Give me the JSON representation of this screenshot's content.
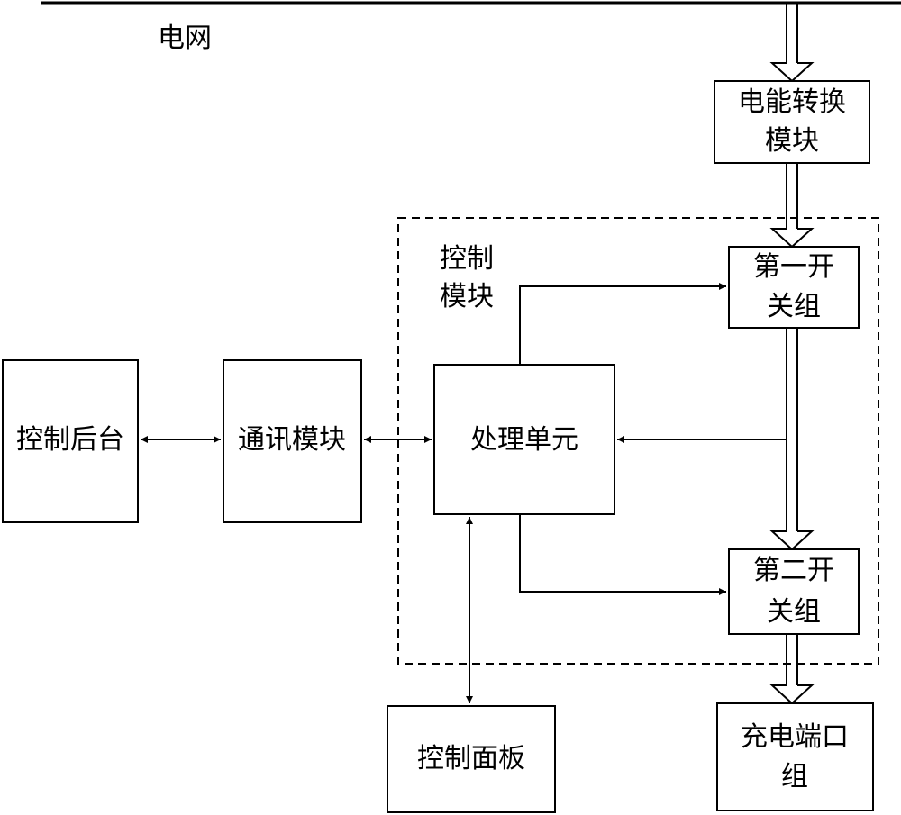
{
  "grid_label": "电网",
  "boxes": {
    "energy_conversion": [
      "电能转换",
      "模块"
    ],
    "control_module": [
      "控制",
      "模块"
    ],
    "switch_group_1": [
      "第一开",
      "关组"
    ],
    "switch_group_2": [
      "第二开",
      "关组"
    ],
    "processing_unit": "处理单元",
    "control_backend": "控制后台",
    "comm_module": "通讯模块",
    "control_panel": "控制面板",
    "charging_ports": [
      "充电端口",
      "组"
    ]
  }
}
